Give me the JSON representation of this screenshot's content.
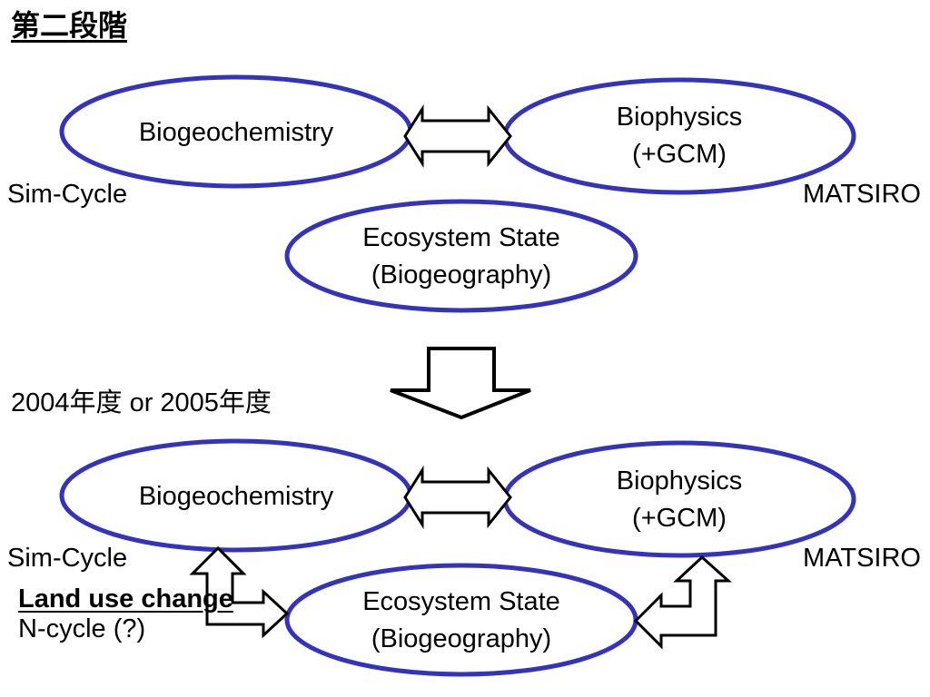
{
  "title": "第二段階",
  "top_stage": {
    "node_biogeochemistry": "Biogeochemistry",
    "node_biophysics_line1": "Biophysics",
    "node_biophysics_line2": "(+GCM)",
    "node_ecosystem_line1": "Ecosystem State",
    "node_ecosystem_line2": "(Biogeography)",
    "label_left": "Sim-Cycle",
    "label_right": "MATSIRO"
  },
  "transition_label": "2004年度 or 2005年度",
  "bottom_stage": {
    "node_biogeochemistry": "Biogeochemistry",
    "node_biophysics_line1": "Biophysics",
    "node_biophysics_line2": "(+GCM)",
    "node_ecosystem_line1": "Ecosystem State",
    "node_ecosystem_line2": "(Biogeography)",
    "label_left": "Sim-Cycle",
    "label_right": "MATSIRO",
    "note_line1": "Land use change",
    "note_line2": "N-cycle (?)"
  },
  "colors": {
    "ellipse_stroke": "#3333bb",
    "arrow_stroke": "#000000",
    "background": "#ffffff"
  }
}
